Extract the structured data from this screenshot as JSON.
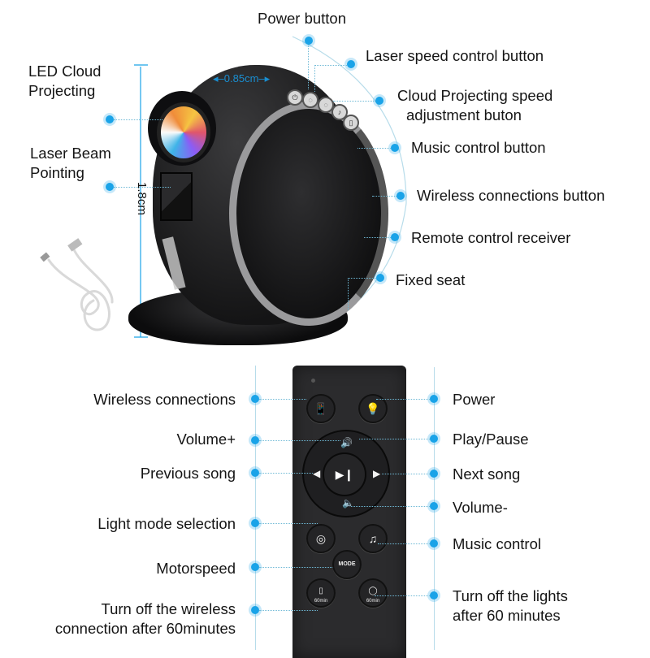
{
  "projector": {
    "dimension_width": "0.85cm",
    "dimension_height": "1.8cm",
    "labels_left": [
      {
        "id": "led-cloud",
        "text_line1": "LED Cloud",
        "text_line2": "Projecting"
      },
      {
        "id": "laser-beam",
        "text_line1": "Laser Beam",
        "text_line2": "Pointing"
      }
    ],
    "labels_right": [
      {
        "id": "power",
        "text": "Power button"
      },
      {
        "id": "laser-speed",
        "text": "Laser speed control button"
      },
      {
        "id": "cloud-speed",
        "text_line1": "Cloud Projecting speed",
        "text_line2": "adjustment buton"
      },
      {
        "id": "music",
        "text": "Music control button"
      },
      {
        "id": "wireless",
        "text": "Wireless connections button"
      },
      {
        "id": "remote-receiver",
        "text": "Remote control receiver"
      },
      {
        "id": "fixed-seat",
        "text": "Fixed seat"
      }
    ]
  },
  "remote": {
    "labels_left": [
      {
        "id": "wireless",
        "text": "Wireless connections"
      },
      {
        "id": "volume-up",
        "text": "Volume+"
      },
      {
        "id": "previous",
        "text": "Previous song"
      },
      {
        "id": "light-mode",
        "text": "Light mode selection"
      },
      {
        "id": "motorspeed",
        "text": "Motorspeed"
      },
      {
        "id": "wireless-off",
        "text_line1": "Turn off the wireless",
        "text_line2": "connection after 60minutes"
      }
    ],
    "labels_right": [
      {
        "id": "power",
        "text": "Power"
      },
      {
        "id": "play-pause",
        "text": "Play/Pause"
      },
      {
        "id": "next",
        "text": "Next song"
      },
      {
        "id": "volume-down",
        "text": "Volume-"
      },
      {
        "id": "music",
        "text": "Music control"
      },
      {
        "id": "lights-off",
        "text_line1": "Turn off the lights",
        "text_line2": "after 60 minutes"
      }
    ],
    "buttons": {
      "mode": "MODE",
      "timer_wireless": "60min",
      "timer_lights": "60min"
    }
  },
  "colors": {
    "accent": "#1aa3e8",
    "leader_line": "#6fb9d6",
    "device": "#1c1c1e",
    "ring": "#9a9a9c"
  }
}
